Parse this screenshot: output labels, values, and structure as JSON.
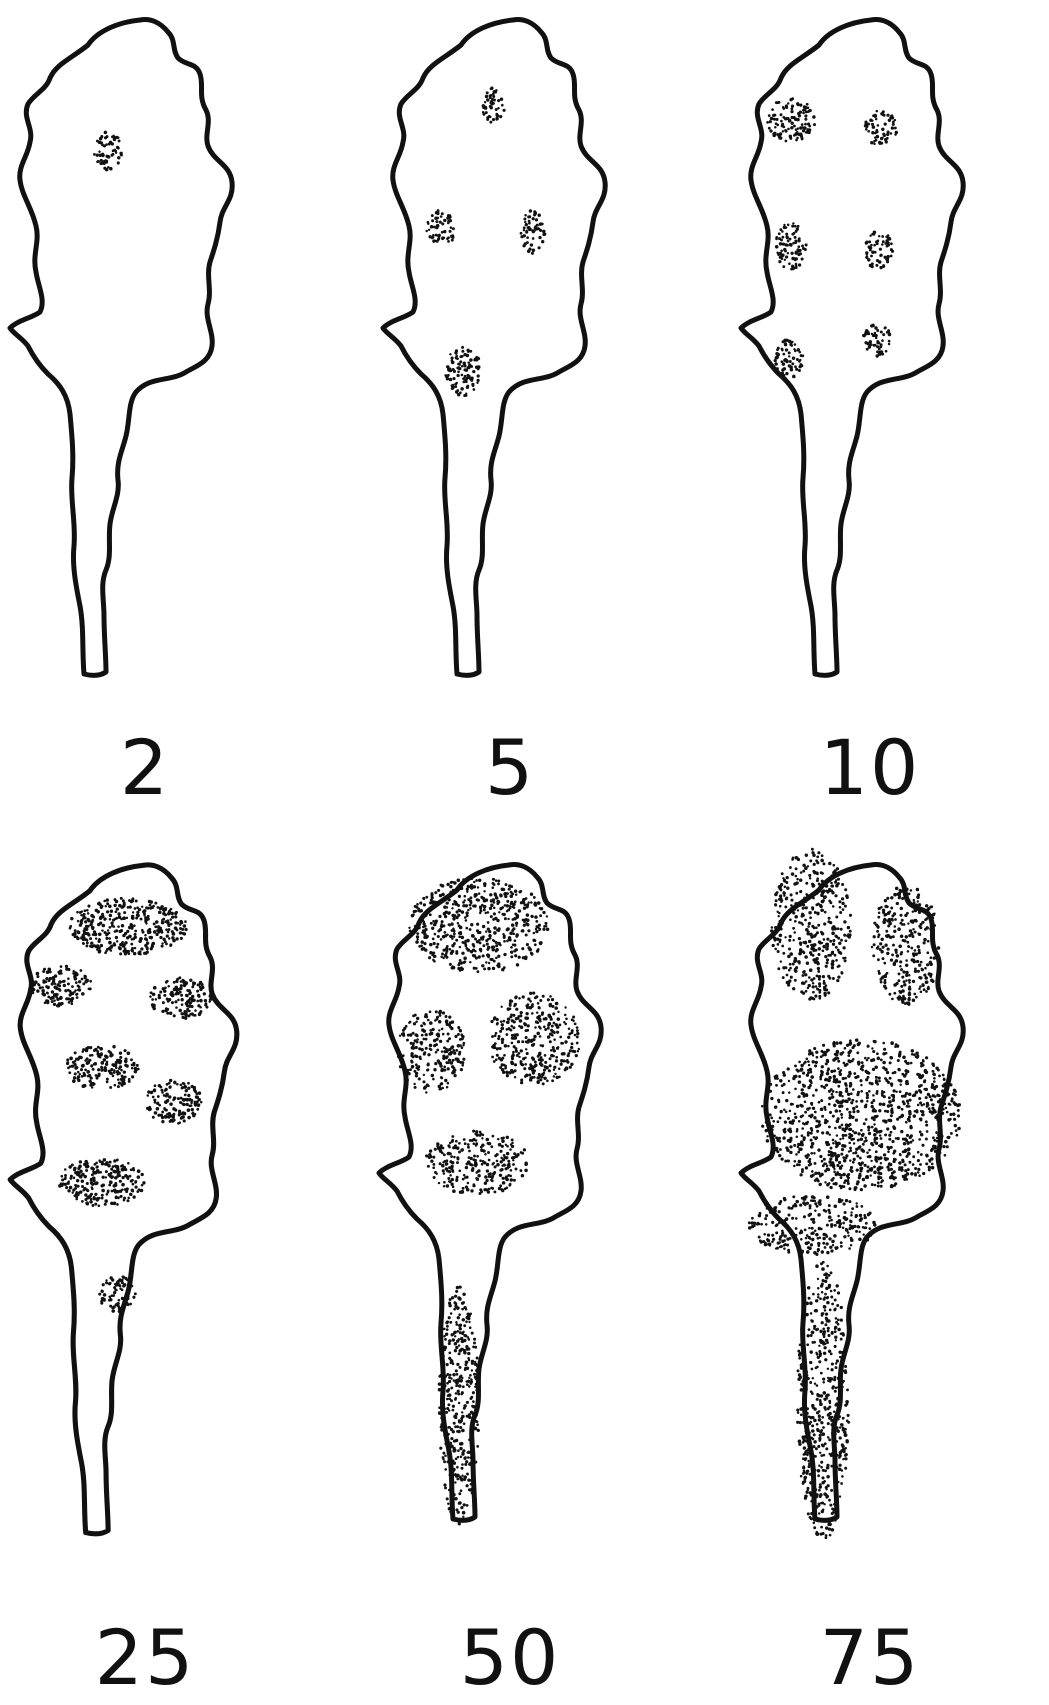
{
  "figure": {
    "ink_color": "#111111",
    "background": "#ffffff",
    "panels": [
      {
        "label": "2",
        "spot_coverage": "few",
        "spots": 1
      },
      {
        "label": "5",
        "spot_coverage": "few",
        "spots": 4
      },
      {
        "label": "10",
        "spot_coverage": "few",
        "spots": 6
      },
      {
        "label": "25",
        "spot_coverage": "moderate",
        "spots": 7
      },
      {
        "label": "50",
        "spot_coverage": "heavy",
        "spots": 5
      },
      {
        "label": "75",
        "spot_coverage": "extensive",
        "spots": 5
      }
    ]
  }
}
